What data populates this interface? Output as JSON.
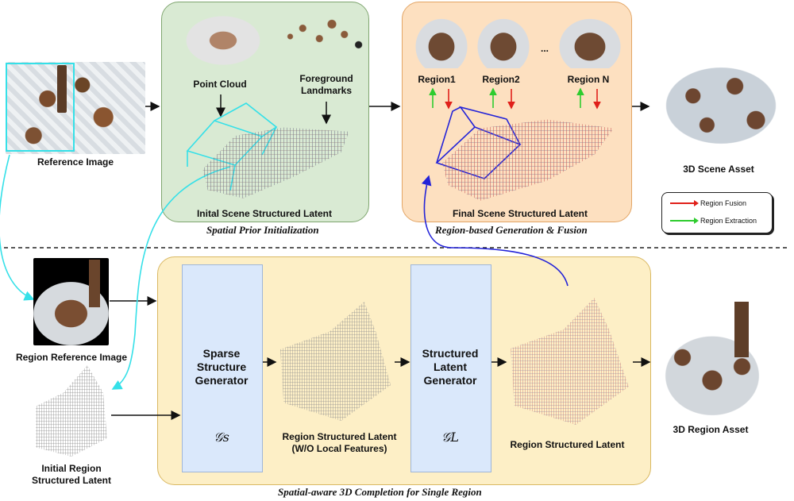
{
  "reference": {
    "label": "Reference Image"
  },
  "prior_panel": {
    "point_cloud": "Point Cloud",
    "foreground_landmarks": "Foreground\nLandmarks",
    "initial_latent": "Inital Scene Structured Latent",
    "caption": "Spatial Prior Initialization"
  },
  "region_panel": {
    "region1": "Region1",
    "region2": "Region2",
    "ellipsis": "...",
    "regionN": "Region N",
    "final_latent": "Final Scene Structured Latent",
    "caption": "Region-based Generation & Fusion"
  },
  "scene_asset": {
    "label": "3D Scene Asset"
  },
  "legend": {
    "fusion": "Region Fusion",
    "extraction": "Region Extraction",
    "fusion_color": "#e0201a",
    "extraction_color": "#2ecc2e"
  },
  "bottom": {
    "region_reference": "Region Reference Image",
    "initial_region_latent": "Initial Region\nStructured Latent",
    "sparse_generator": "Sparse\nStructure\nGenerator",
    "sparse_symbol": "𝒢s",
    "region_latent_no_local": "Region Structured Latent\n(W/O Local Features)",
    "latent_generator": "Structured\nLatent\nGenerator",
    "latent_symbol": "𝒢L",
    "region_latent": "Region Structured Latent",
    "region_asset": "3D Region Asset",
    "caption": "Spatial-aware 3D Completion for Single Region"
  },
  "colors": {
    "green_panel": "#d9ead3",
    "orange_panel": "#fde0c0",
    "yellow_panel": "#fdefc6",
    "generator_box": "#dae8fb",
    "cyan": "#35e0e8",
    "blue": "#2323d8"
  }
}
